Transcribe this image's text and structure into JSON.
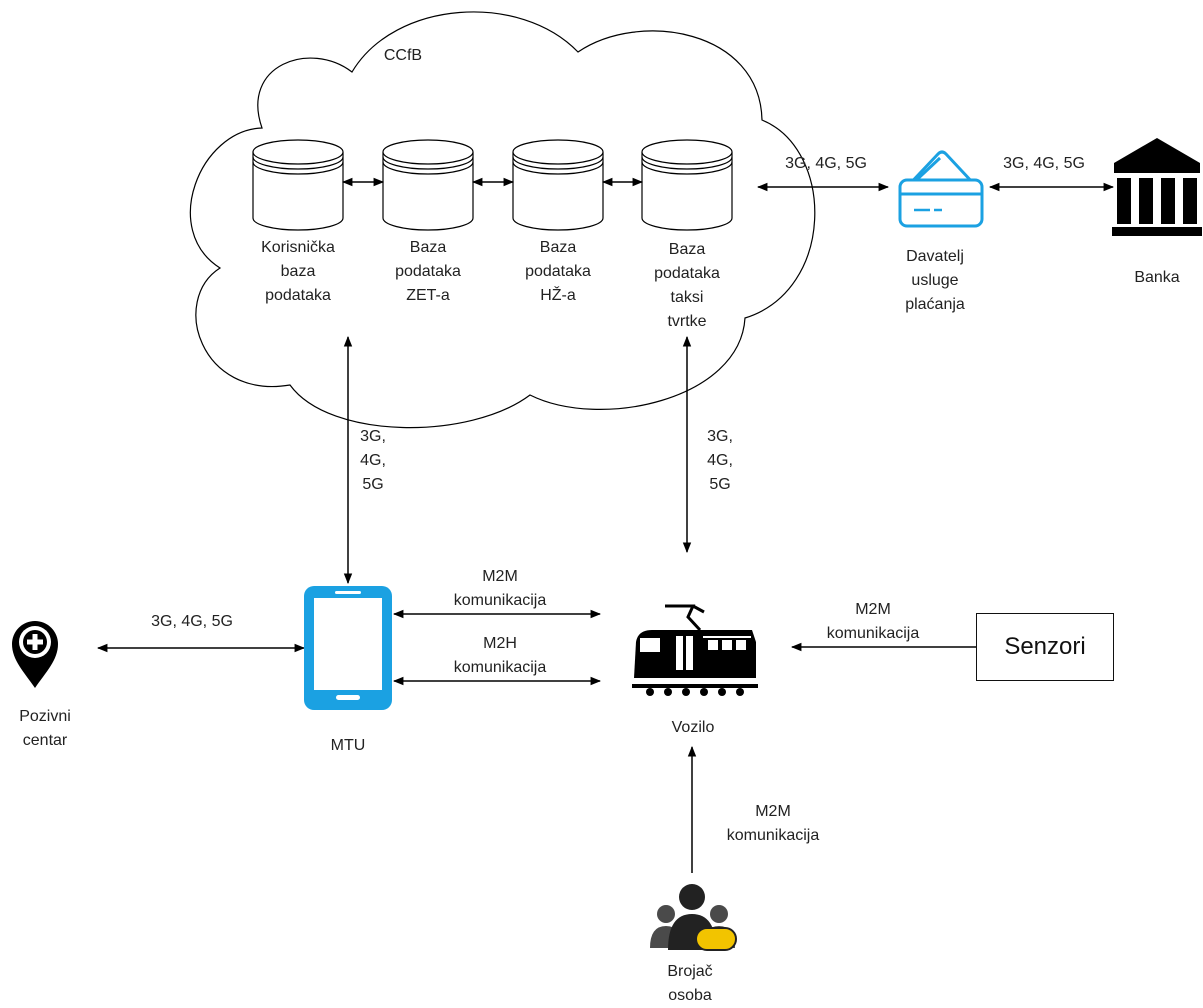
{
  "cloud": {
    "title": "CCfB"
  },
  "databases": [
    {
      "label": "Korisnička\nbaza\npodataka"
    },
    {
      "label": "Baza\npodataka\nZET-a"
    },
    {
      "label": "Baza\npodataka\nHŽ-a"
    },
    {
      "label": "Baza\npodataka\ntaksi\ntvrtke"
    }
  ],
  "nodes": {
    "payment": "Davatelj\nusluge\nplaćanja",
    "bank": "Banka",
    "call_center": "Pozivni\ncentar",
    "mtu": "MTU",
    "vehicle": "Vozilo",
    "sensors": "Senzori",
    "counter": "Brojač\nosoba"
  },
  "links": {
    "cloud_payment": "3G, 4G, 5G",
    "payment_bank": "3G, 4G, 5G",
    "mtu_cloud": "3G,\n4G,\n5G",
    "vehicle_cloud": "3G,\n4G,\n5G",
    "call_mtu": "3G, 4G, 5G",
    "mtu_vehicle_m2m": "M2M\nkomunikacija",
    "mtu_vehicle_m2h": "M2H\nkomunikacija",
    "sensors_vehicle": "M2M\nkomunikacija",
    "counter_vehicle": "M2M\nkomunikacija"
  },
  "colors": {
    "accent_blue": "#1ba1e2",
    "line": "#000000"
  },
  "icons": [
    "database-icon",
    "credit-card-icon",
    "bank-icon",
    "map-pin-plus-icon",
    "smartphone-icon",
    "tram-icon",
    "people-counter-icon"
  ]
}
